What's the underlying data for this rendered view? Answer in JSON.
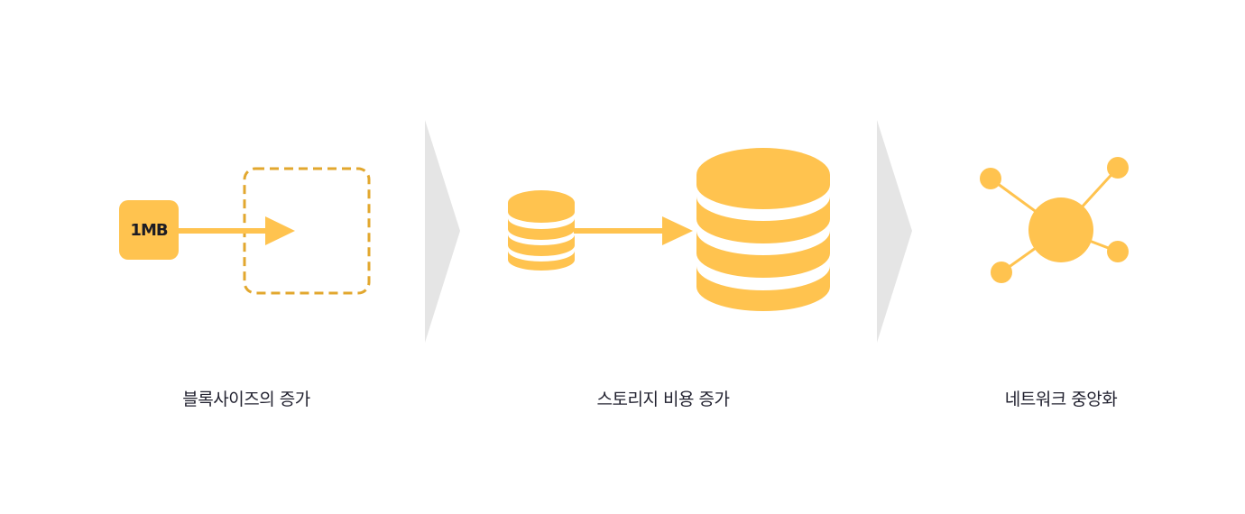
{
  "colors": {
    "accent": "#FFC34F",
    "dashed_border": "#E2A72E",
    "separator": "#E5E5E5",
    "text": "#222230",
    "background": "#FFFFFF"
  },
  "steps": [
    {
      "id": "block-size",
      "caption": "블록사이즈의 증가",
      "block_label": "1MB",
      "icon": "block-expand-icon"
    },
    {
      "id": "storage-cost",
      "caption": "스토리지 비용 증가",
      "icon": "database-growth-icon"
    },
    {
      "id": "network-centralization",
      "caption": "네트워크 중앙화",
      "icon": "network-hub-icon"
    }
  ],
  "separators": [
    "chevron-right-icon",
    "chevron-right-icon"
  ]
}
